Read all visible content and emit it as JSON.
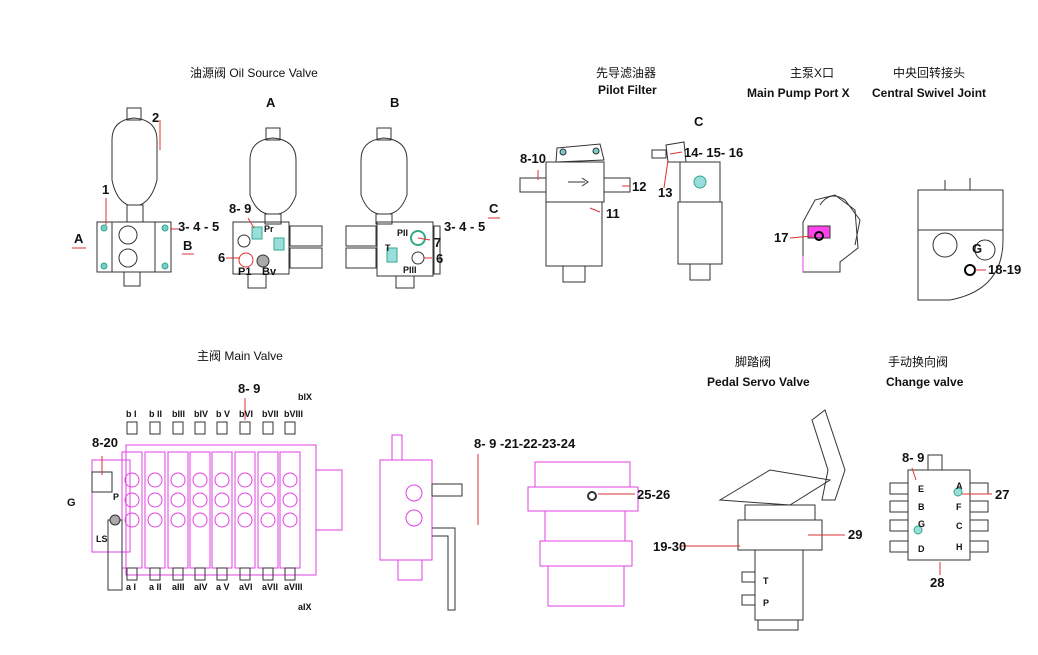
{
  "sections": {
    "oil_source": {
      "title": "油源阀  Oil Source Valve",
      "view_a": "A",
      "view_b": "B"
    },
    "pilot_filter": {
      "title_cn": "先导滤油器",
      "title_en": "Pilot Filter",
      "view_c": "C"
    },
    "main_pump": {
      "title_cn": "主泵X口",
      "title_en": "Main Pump Port X"
    },
    "swivel": {
      "title_cn": "中央回转接头",
      "title_en": "Central Swivel Joint"
    },
    "main_valve": {
      "title": "主阀 Main Valve"
    },
    "pedal": {
      "title_cn": "脚踏阀",
      "title_en": "Pedal Servo Valve"
    },
    "change": {
      "title_cn": "手动换向阀",
      "title_en": "Change valve"
    }
  },
  "callouts": {
    "c2": "2",
    "c1": "1",
    "c345a": "3- 4 - 5",
    "arrowA": "A",
    "arrowB": "B",
    "c89a": "8- 9",
    "pr": "Pr",
    "c6a": "6",
    "p1": "P1",
    "bv": "Bv",
    "pii": "PII",
    "c7": "7",
    "tport": "T",
    "c345b": "3- 4 - 5",
    "c6b": "6",
    "piii": "PIII",
    "arrowC": "C",
    "c810": "8-10",
    "c12": "12",
    "c11": "11",
    "c141516": "14- 15- 16",
    "c13": "13",
    "c17": "17",
    "gport": "G",
    "c1819": "18-19",
    "c89b": "8- 9",
    "c820": "8-20",
    "pport": "P",
    "gmain": "G",
    "ls": "LS",
    "c89chain": "8- 9 -21-22-23-24",
    "c2526": "25-26",
    "c29": "29",
    "c1930": "19-30",
    "pedal_t": "T",
    "pedal_p": "P",
    "c89c": "8- 9",
    "c27": "27",
    "c28": "28"
  },
  "b_ports": [
    "b I",
    "b II",
    "bIII",
    "bIV",
    "b V",
    "bVI",
    "bVII",
    "bVIII",
    "bIX"
  ],
  "a_ports": [
    "a I",
    "a II",
    "aIII",
    "aIV",
    "a V",
    "aVI",
    "aVII",
    "aVIII",
    "aIX"
  ],
  "change_ports": [
    "E",
    "A",
    "B",
    "F",
    "G",
    "C",
    "D",
    "H"
  ],
  "colors": {
    "line": "#333333",
    "pink": "#e040e0",
    "teal": "#3fb0b0",
    "red": "#dd3333"
  }
}
